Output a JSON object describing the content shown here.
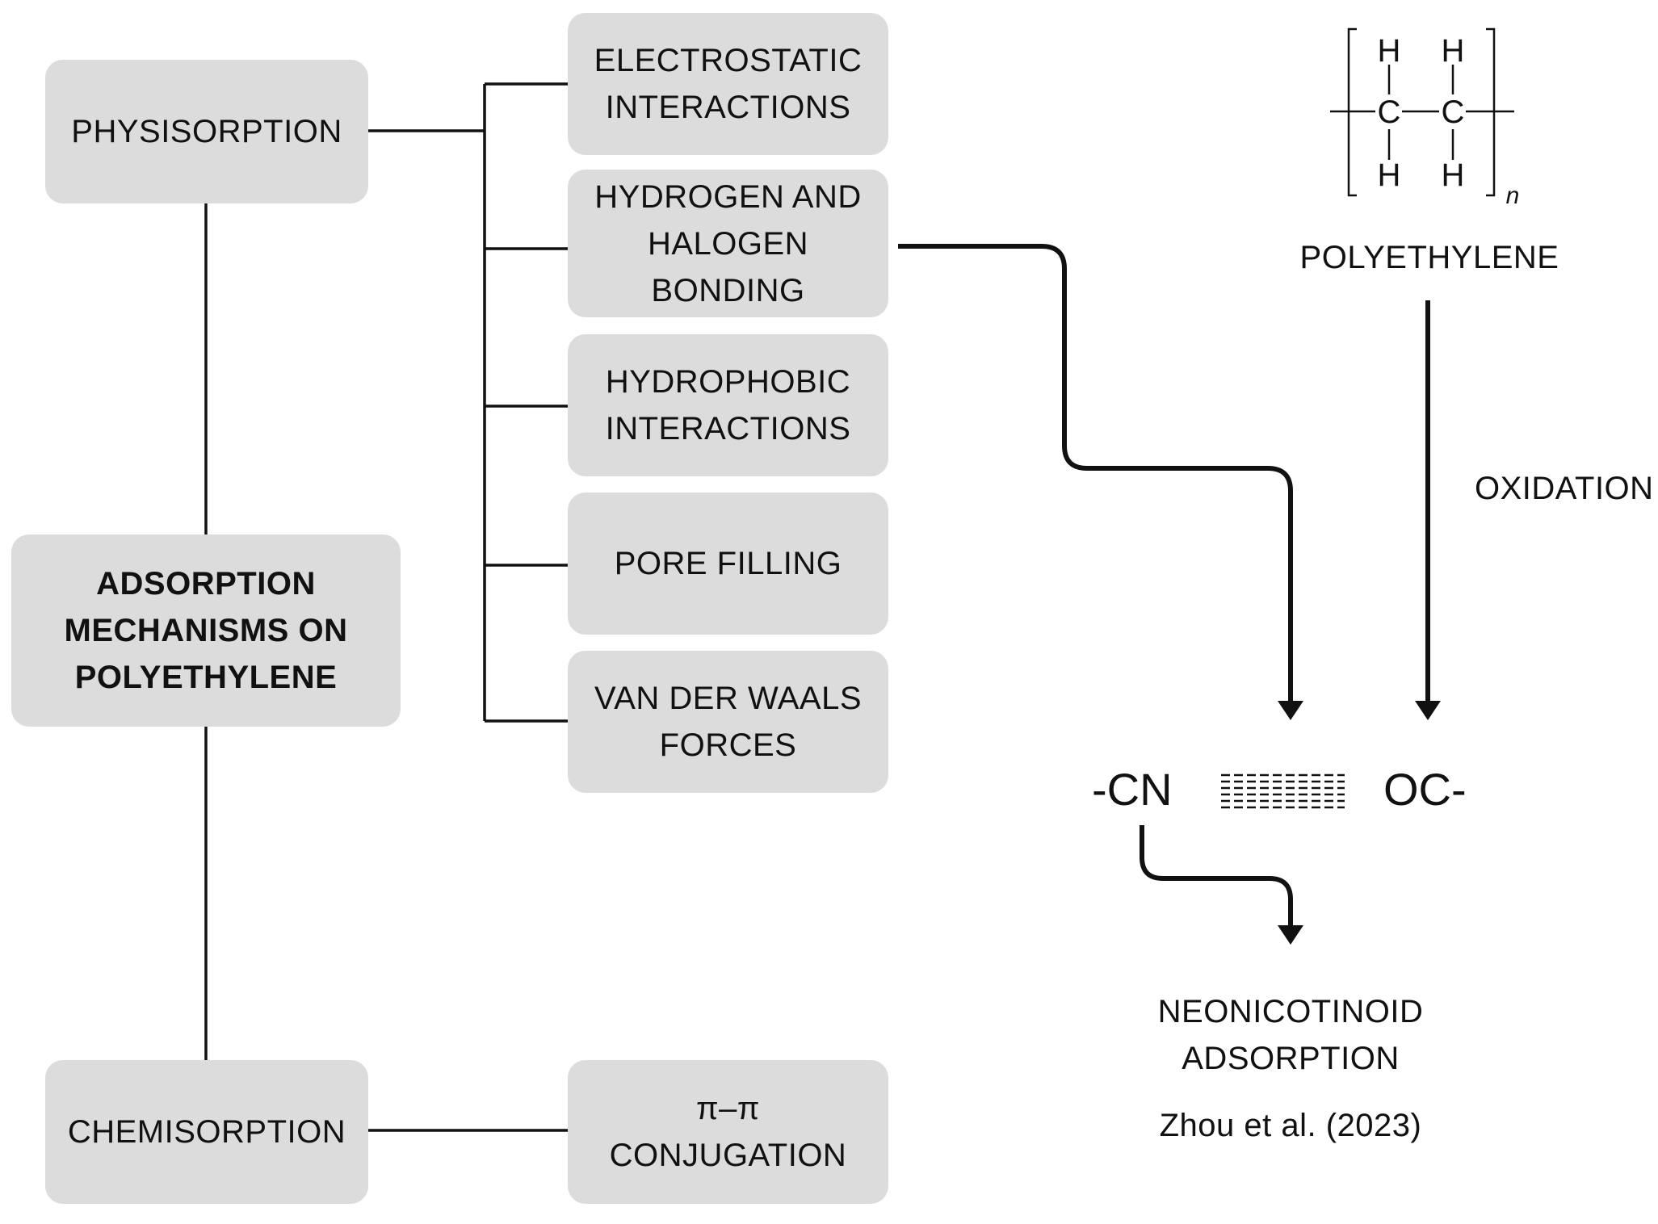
{
  "central": {
    "lines": [
      "ADSORPTION",
      "MECHANISMS ON",
      "POLYETHYLENE"
    ]
  },
  "physisorption": {
    "label": "PHYSISORPTION"
  },
  "chemisorption": {
    "label": "CHEMISORPTION"
  },
  "physisorption_mechanisms": [
    {
      "lines": [
        "ELECTROSTATIC",
        "INTERACTIONS"
      ]
    },
    {
      "lines": [
        "HYDROGEN AND",
        "HALOGEN",
        "BONDING"
      ]
    },
    {
      "lines": [
        "HYDROPHOBIC",
        "INTERACTIONS"
      ]
    },
    {
      "lines": [
        "PORE FILLING"
      ]
    },
    {
      "lines": [
        "VAN DER WAALS",
        "FORCES"
      ]
    }
  ],
  "chemisorption_mechanisms": [
    {
      "lines": [
        "π–π",
        "CONJUGATION"
      ]
    }
  ],
  "polymer": {
    "atoms": {
      "hydrogen": "H",
      "carbon": "C"
    },
    "subscript": "n",
    "name": "POLYETHYLENE"
  },
  "oxidation_label": "OXIDATION",
  "interaction": {
    "left_group": "-CN",
    "right_group": "OC-"
  },
  "result": {
    "lines": [
      "NEONICOTINOID",
      "ADSORPTION"
    ]
  },
  "citation": "Zhou et al. (2023)",
  "colors": {
    "box_fill": "#dcdcdc",
    "line": "#111111"
  }
}
